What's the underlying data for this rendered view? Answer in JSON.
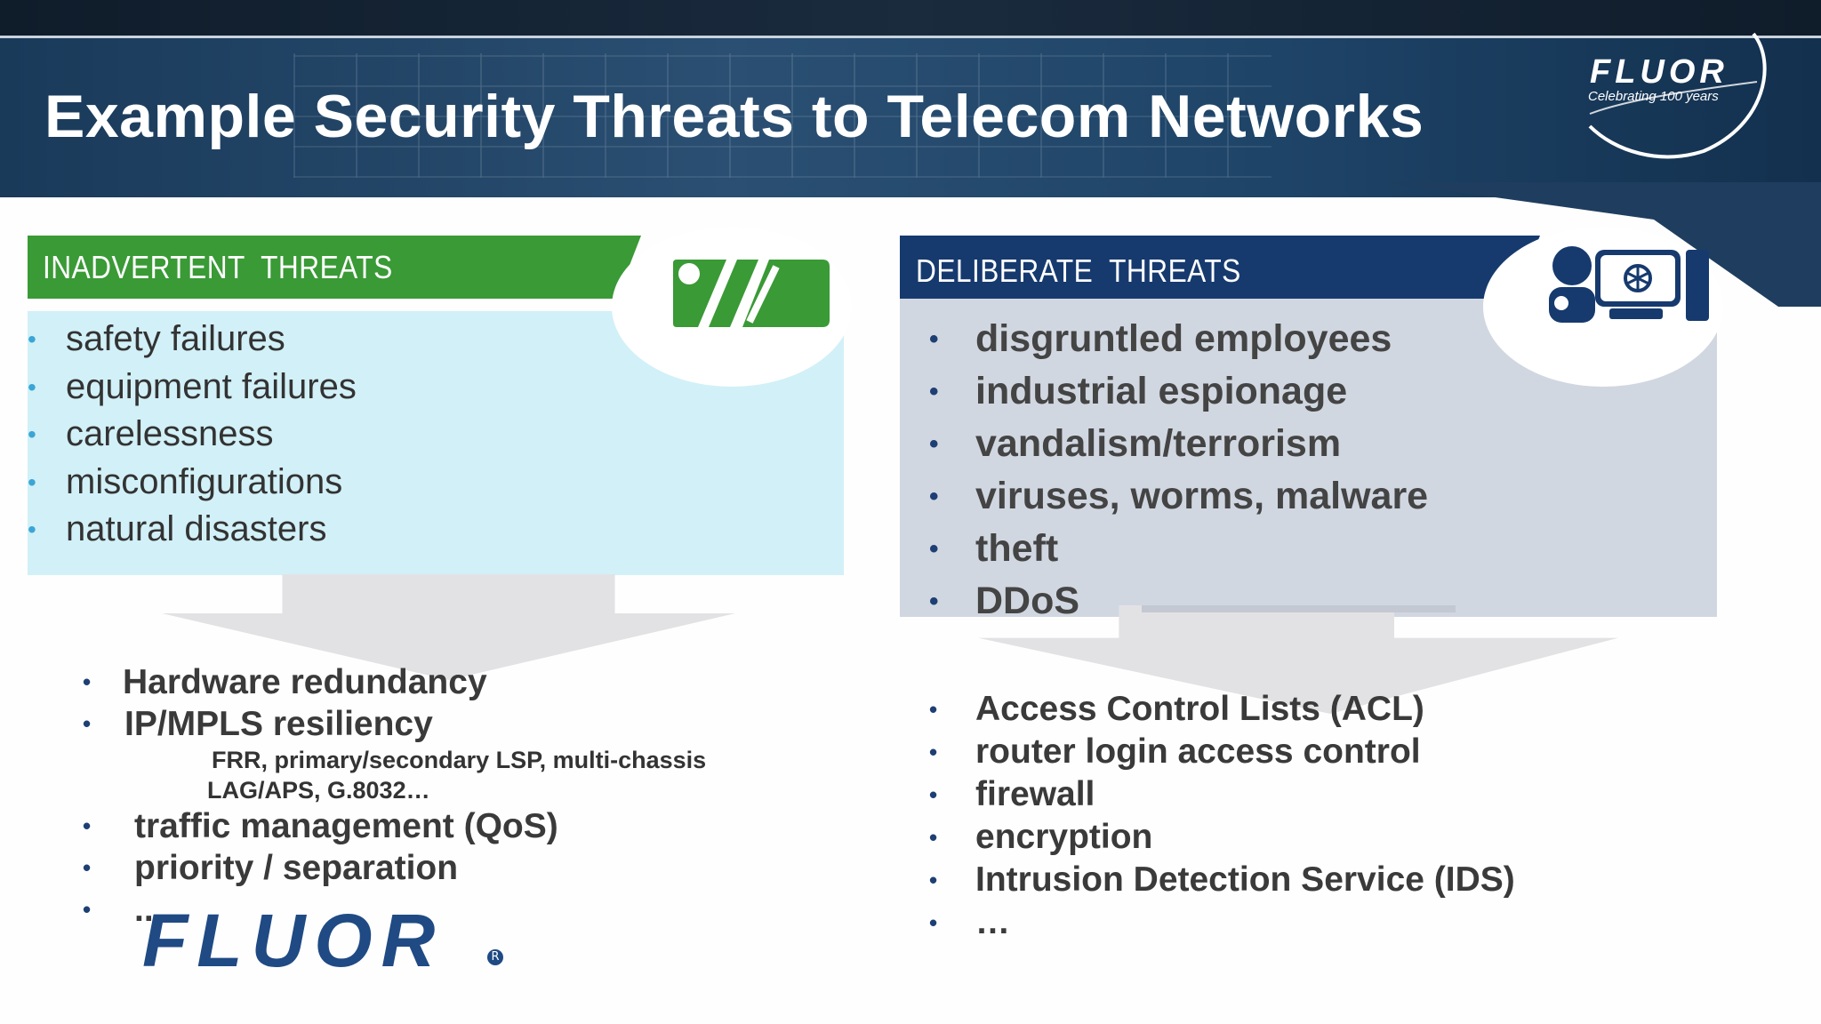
{
  "header": {
    "title": "Example Security Threats to Telecom Networks",
    "logo": {
      "name": "FLUOR",
      "tagline": "Celebrating 100 years"
    }
  },
  "left_panel": {
    "heading": "INADVERTENT  THREATS",
    "icon": "broken-link-icon",
    "accent": "#3a9a36",
    "items": [
      "safety failures",
      "equipment failures",
      "carelessness",
      "misconfigurations",
      "natural disasters"
    ]
  },
  "right_panel": {
    "heading": "DELIBERATE  THREATS",
    "icon": "biohazard-attacker-icon",
    "accent": "#163a6e",
    "items": [
      "disgruntled employees",
      "industrial espionage",
      "vandalism/terrorism",
      "viruses, worms, malware",
      "theft",
      "DDoS"
    ]
  },
  "left_remedies": {
    "items": [
      "Hardware redundancy",
      "IP/MPLS resiliency"
    ],
    "sub_lines": [
      "FRR, primary/secondary LSP, multi-chassis",
      "LAG/APS, G.8032…"
    ],
    "items2": [
      "traffic management (QoS)",
      "priority / separation",
      ".."
    ]
  },
  "right_remedies": {
    "items": [
      "Access Control Lists (ACL)",
      "router login access control",
      "firewall",
      "encryption",
      "Intrusion Detection Service (IDS)",
      "…"
    ]
  },
  "footer_logo": {
    "name": "FLUOR",
    "mark": "R"
  }
}
